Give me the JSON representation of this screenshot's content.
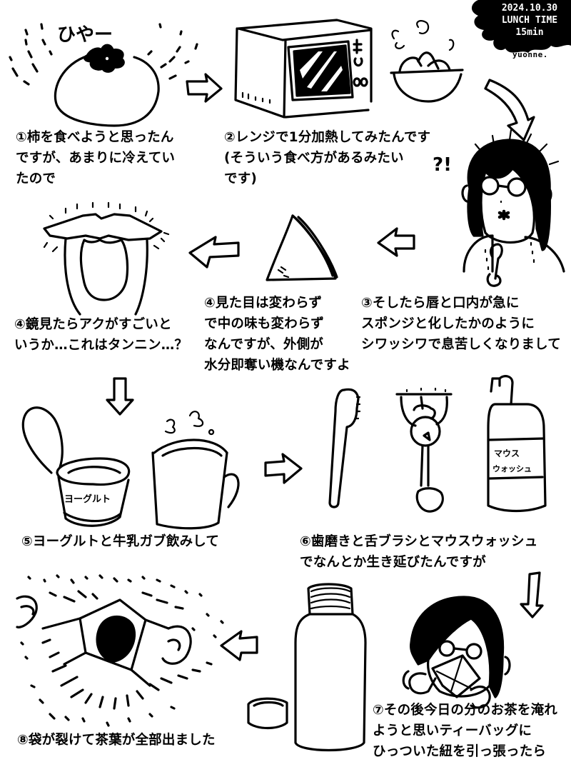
{
  "header": {
    "date": "2024.10.30",
    "title": "LUNCH TIME",
    "duration": "15min",
    "author": "yuonne."
  },
  "sound_effects": {
    "cold": "ひやー",
    "surprise": "?!"
  },
  "labels": {
    "yogurt": "ヨーグルト",
    "mouthwash_line1": "マウス",
    "mouthwash_line2": "ウォッシュ"
  },
  "panels": [
    {
      "step": 1,
      "lines": [
        "①柿を食べようと思ったん",
        "ですが、あまりに冷えてい",
        "たので"
      ]
    },
    {
      "step": 2,
      "lines": [
        "②レンジで1分加熱してみたんです",
        "(そういう食べ方があるみたい",
        "です)"
      ]
    },
    {
      "step": 3,
      "lines": [
        "③そしたら唇と口内が急に",
        "スポンジと化したかのように",
        "シワッシワで息苦しくなりまして"
      ]
    },
    {
      "step": 4,
      "lines": [
        "④見た目は変わらず",
        "で中の味も変わらず",
        "なんですが、外側が",
        "水分即奪い機なんですよ"
      ]
    },
    {
      "step": 4,
      "lines": [
        "④鏡見たらアクがすごいと",
        "いうか…これはタンニン…？"
      ]
    },
    {
      "step": 5,
      "lines": [
        "⑤ヨーグルトと牛乳ガブ飲みして"
      ]
    },
    {
      "step": 6,
      "lines": [
        "⑥歯磨きと舌ブラシとマウスウォッシュ",
        "でなんとか生き延びたんですが"
      ]
    },
    {
      "step": 7,
      "lines": [
        "⑦その後今日の分のお茶を淹れ",
        "ようと思いティーバッグに",
        "ひっついた紐を引っ張ったら"
      ]
    },
    {
      "step": 8,
      "lines": [
        "⑧袋が裂けて茶葉が全部出ました"
      ]
    }
  ],
  "colors": {
    "ink": "#000000",
    "paper": "#ffffff"
  }
}
